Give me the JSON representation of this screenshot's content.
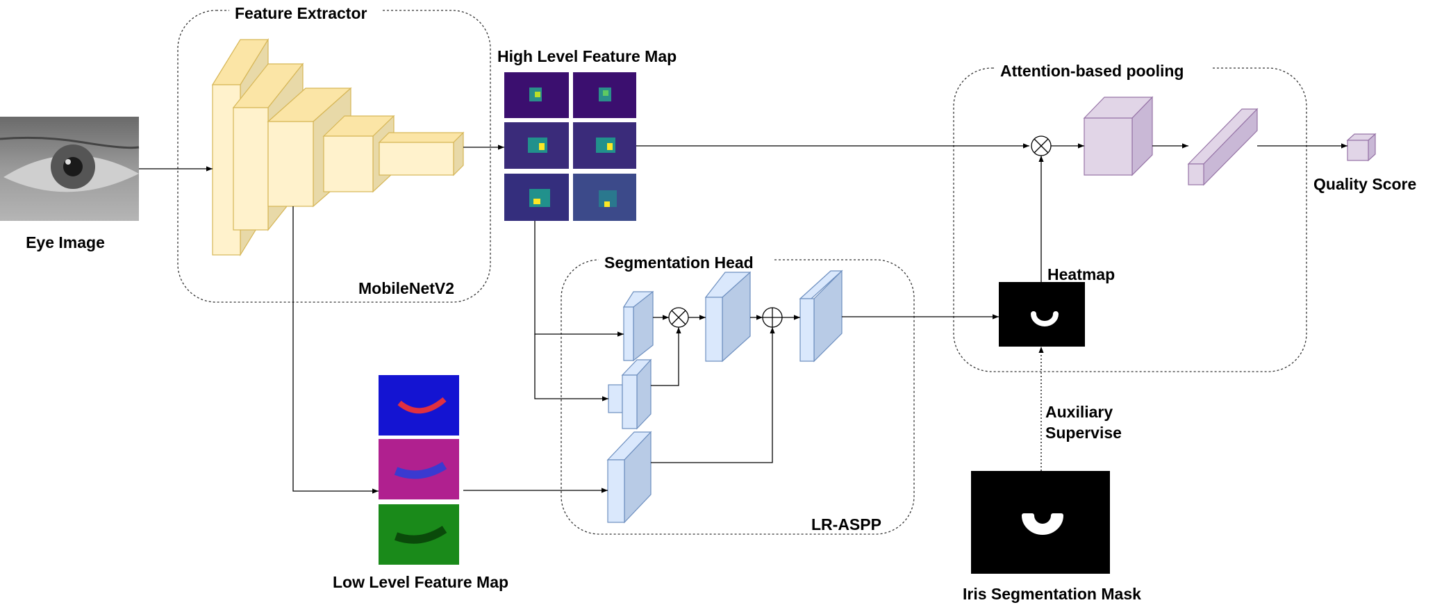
{
  "labels": {
    "eye_image": "Eye Image",
    "feature_extractor": "Feature Extractor",
    "mobilenet": "MobileNetV2",
    "high_level": "High Level Feature Map",
    "low_level": "Low Level Feature Map",
    "segmentation_head": "Segmentation Head",
    "lraspp": "LR-ASPP",
    "attention_pooling": "Attention-based pooling",
    "heatmap": "Heatmap",
    "quality_score": "Quality Score",
    "auxiliary_line1": "Auxiliary",
    "auxiliary_line2": "Supervise",
    "iris_mask": "Iris Segmentation Mask"
  },
  "colors": {
    "encoder_front": "#fff2cc",
    "encoder_top": "#fbe5a6",
    "encoder_side": "#e8d9a8",
    "encoder_stroke": "#d6b656",
    "seg_front": "#dae8fc",
    "seg_side": "#b8cbe6",
    "seg_stroke": "#6c8ebf",
    "pool_front": "#e1d5e7",
    "pool_side": "#c9b8d6",
    "pool_stroke": "#9673a6",
    "featuremap_bg": "#3b0f6f",
    "lowmap_blue": "#1414d2",
    "lowmap_magenta": "#b0208f",
    "lowmap_green": "#1a8a1a"
  }
}
